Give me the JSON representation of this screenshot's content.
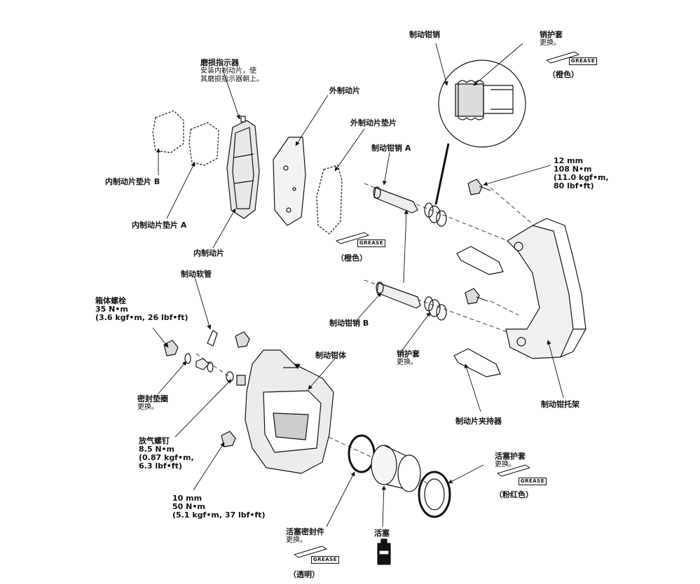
{
  "labels": {
    "wear_indicator": "磨损指示器",
    "wear_indicator_note_1": "安装内制动片，使",
    "wear_indicator_note_2": "其磨损指示器朝上。",
    "outer_pad": "外制动片",
    "outer_pad_shim": "外制动片垫片",
    "guide_pin_a": "制动钳销 A",
    "guide_pin_top": "制动钳销",
    "pin_boot_top": "销护套",
    "pin_boot_top_note": "更换。",
    "inner_shim_b": "内制动片垫片 B",
    "inner_shim_a": "内制动片垫片 A",
    "inner_pad": "内制动片",
    "brake_hose": "制动软管",
    "banjo_bolt": "箱体螺栓",
    "banjo_torque": [
      "35 N•m",
      "(3.6 kgf•m, 26 lbf•ft)"
    ],
    "guide_pin_b": "制动钳销 B",
    "pin_boot_lower": "销护套",
    "pin_boot_lower_note": "更换。",
    "caliper_body": "制动钳体",
    "sealing_washer": "密封垫圈",
    "sealing_washer_note": "更换。",
    "bleed_screw": "放气螺钉",
    "bleed_torque": [
      "8.5 N•m",
      "(0.87 kgf•m,",
      "6.3 lbf•ft)"
    ],
    "bolt_10mm": [
      "10 mm",
      "50 N•m",
      "(5.1 kgf•m, 37 lbf•ft)"
    ],
    "bolt_12mm": [
      "12 mm",
      "108 N•m",
      "(11.0 kgf•m,",
      "80 lbf•ft)"
    ],
    "pad_retainer": "制动片夹持器",
    "bracket": "制动钳托架",
    "piston_boot": "活塞护套",
    "piston_boot_note": "更换。",
    "piston_seal": "活塞密封件",
    "piston_seal_note": "更换。",
    "piston": "活塞"
  },
  "grease": {
    "tag": "GREASE",
    "orange_top": "（橙色）",
    "orange_mid": "（橙色）",
    "pink": "（粉红色）",
    "clear": "（透明）"
  }
}
